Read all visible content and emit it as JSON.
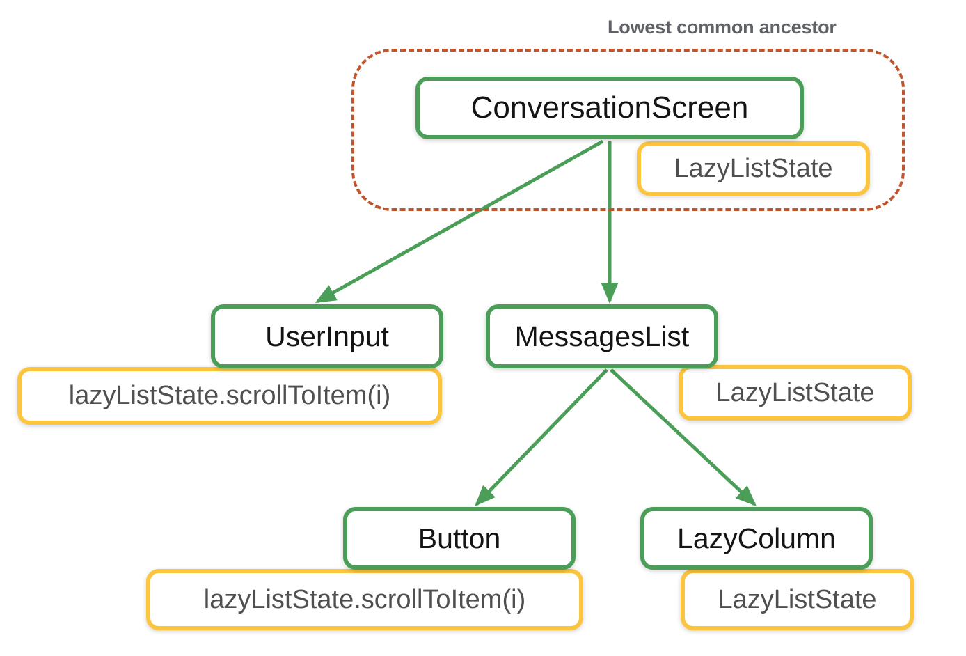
{
  "annotation": {
    "lowest_common_ancestor_label": "Lowest common ancestor"
  },
  "palette": {
    "composable_border": "#4a9e57",
    "state_border": "#fbc540",
    "group_border": "#c2552c",
    "arrow": "#4a9e57",
    "node_text": "#141414",
    "badge_text": "#4f4f4f",
    "annotation_text": "#5f6368",
    "background": "#ffffff"
  },
  "nodes": [
    {
      "id": "conversation-screen",
      "label": "ConversationScreen"
    },
    {
      "id": "user-input",
      "label": "UserInput"
    },
    {
      "id": "messages-list",
      "label": "MessagesList"
    },
    {
      "id": "button",
      "label": "Button"
    },
    {
      "id": "lazy-column",
      "label": "LazyColumn"
    }
  ],
  "badges": [
    {
      "id": "conversation-state",
      "owner": "conversation-screen",
      "label": "LazyListState"
    },
    {
      "id": "user-input-state",
      "owner": "user-input",
      "label": "lazyListState.scrollToItem(i)"
    },
    {
      "id": "messages-list-state",
      "owner": "messages-list",
      "label": "LazyListState"
    },
    {
      "id": "button-state",
      "owner": "button",
      "label": "lazyListState.scrollToItem(i)"
    },
    {
      "id": "lazy-column-state",
      "owner": "lazy-column",
      "label": "LazyListState"
    }
  ],
  "edges": [
    {
      "from": "conversation-screen",
      "to": "user-input"
    },
    {
      "from": "conversation-screen",
      "to": "messages-list"
    },
    {
      "from": "messages-list",
      "to": "button"
    },
    {
      "from": "messages-list",
      "to": "lazy-column"
    }
  ],
  "group": {
    "id": "lowest-common-ancestor",
    "contains": [
      "conversation-screen",
      "conversation-state"
    ]
  }
}
